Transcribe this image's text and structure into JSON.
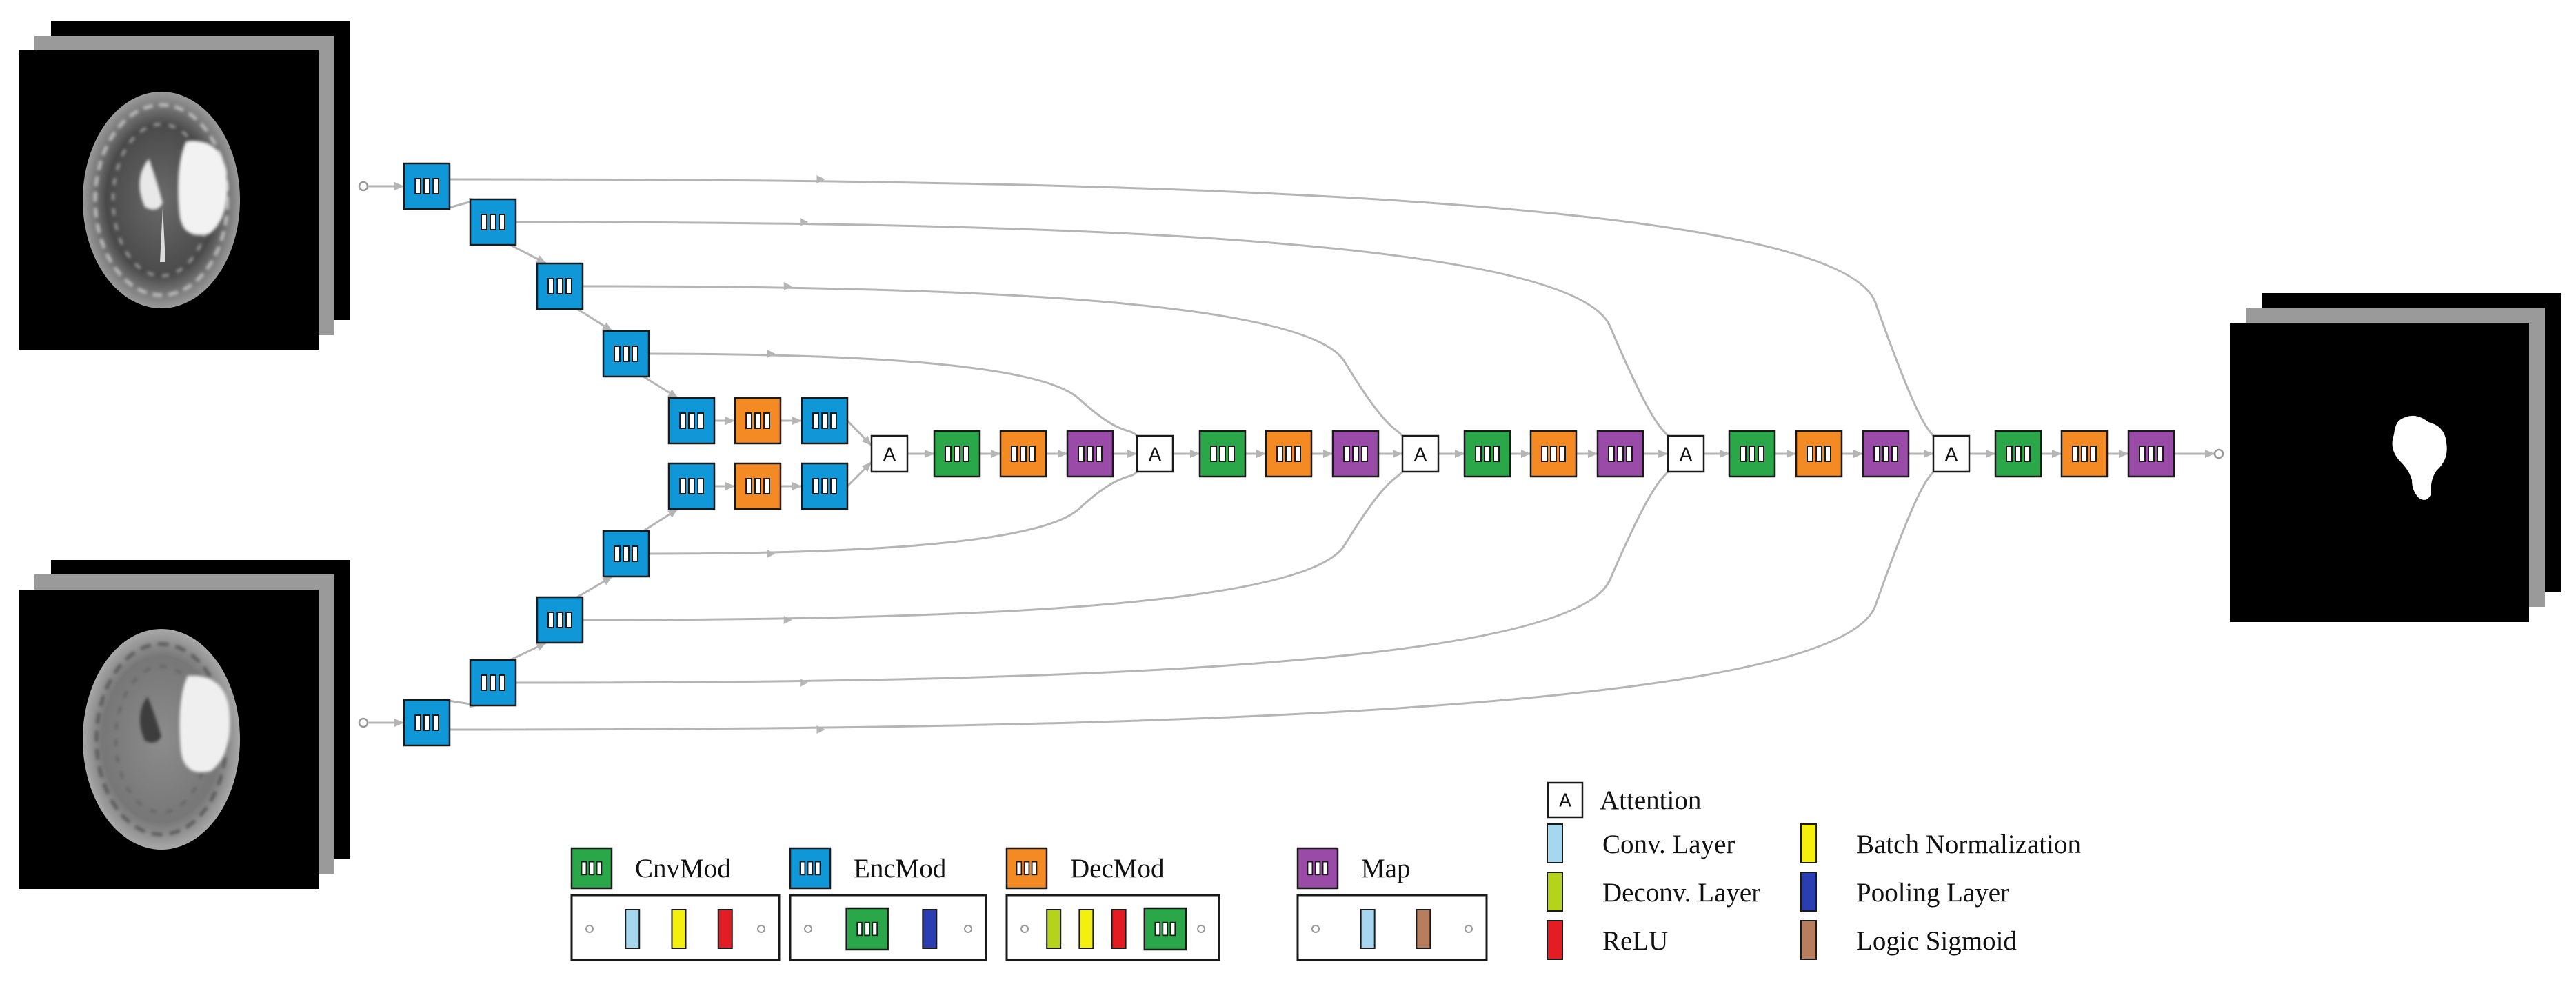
{
  "attention_letter": "A",
  "colors": {
    "cnvmod": "#2aa748",
    "encmod": "#0f97d8",
    "decmod": "#f38a24",
    "map": "#9a4aa7",
    "conv": "#a6d7ee",
    "deconv": "#b4d31a",
    "batchnorm": "#f4ef0d",
    "relu": "#e41d25",
    "pooling": "#2a3eb1",
    "sigmoid": "#b67e5e",
    "connector": "#b5b5b5"
  },
  "module_legend": [
    {
      "key": "cnvmod",
      "label": "CnvMod"
    },
    {
      "key": "encmod",
      "label": "EncMod"
    },
    {
      "key": "decmod",
      "label": "DecMod"
    },
    {
      "key": "map",
      "label": "Map"
    }
  ],
  "layer_legend": {
    "attention": "Attention",
    "left": [
      {
        "key": "conv",
        "label": "Conv. Layer"
      },
      {
        "key": "deconv",
        "label": "Deconv. Layer"
      },
      {
        "key": "relu",
        "label": "ReLU"
      }
    ],
    "right": [
      {
        "key": "batchnorm",
        "label": "Batch Normalization"
      },
      {
        "key": "pooling",
        "label": "Pooling Layer"
      },
      {
        "key": "sigmoid",
        "label": "Logic Sigmoid"
      }
    ]
  }
}
